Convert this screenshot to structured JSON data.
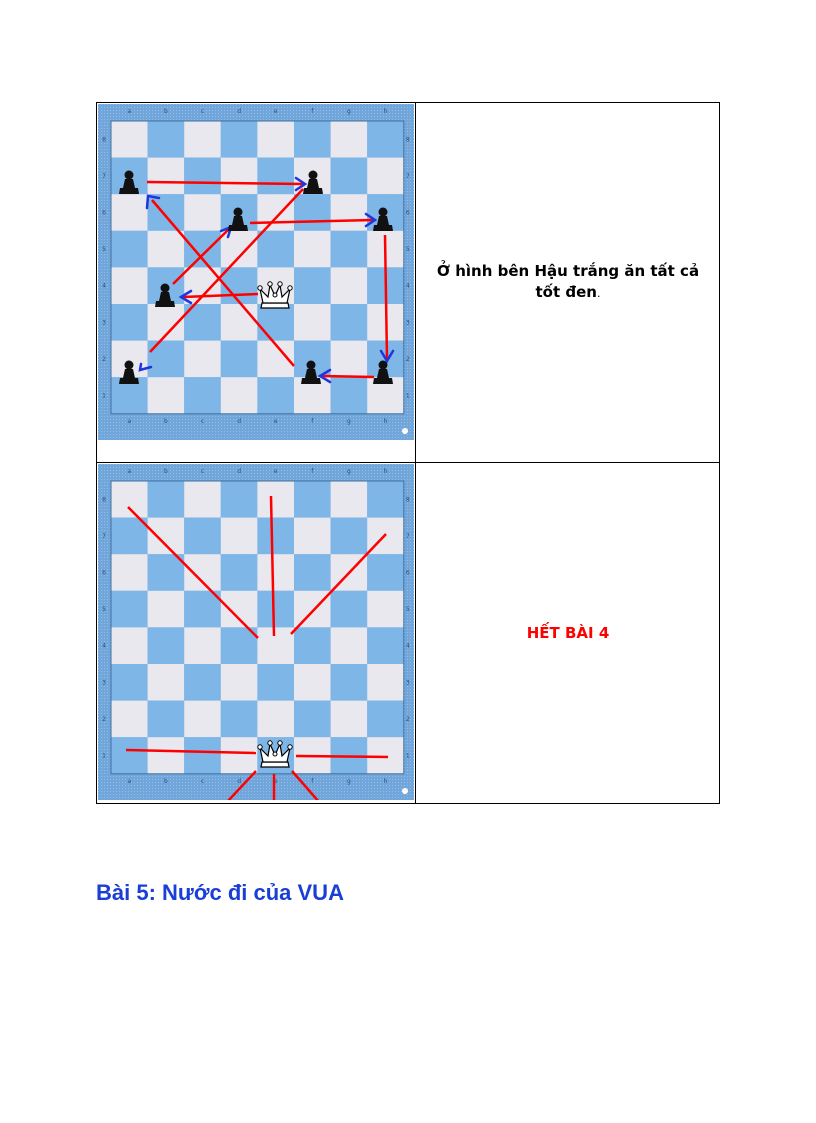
{
  "files": [
    "a",
    "b",
    "c",
    "d",
    "e",
    "f",
    "g",
    "h"
  ],
  "ranks": [
    "8",
    "7",
    "6",
    "5",
    "4",
    "3",
    "2",
    "1"
  ],
  "colors": {
    "board_frame": "#6fa8dc",
    "dark_square": "#7fb6e8",
    "light_square": "#e8e8ee",
    "arrow_line": "#ff0000",
    "arrow_head": "#1f35e0",
    "end_text": "#ff0000",
    "heading_text": "#1a3fd6"
  },
  "row1": {
    "description": "Ở hình bên Hậu trắng ăn tất cả tốt đen",
    "description_end": "."
  },
  "row2": {
    "end_label": "HẾT BÀI 4"
  },
  "heading": "Bài 5: Nước đi của VUA"
}
